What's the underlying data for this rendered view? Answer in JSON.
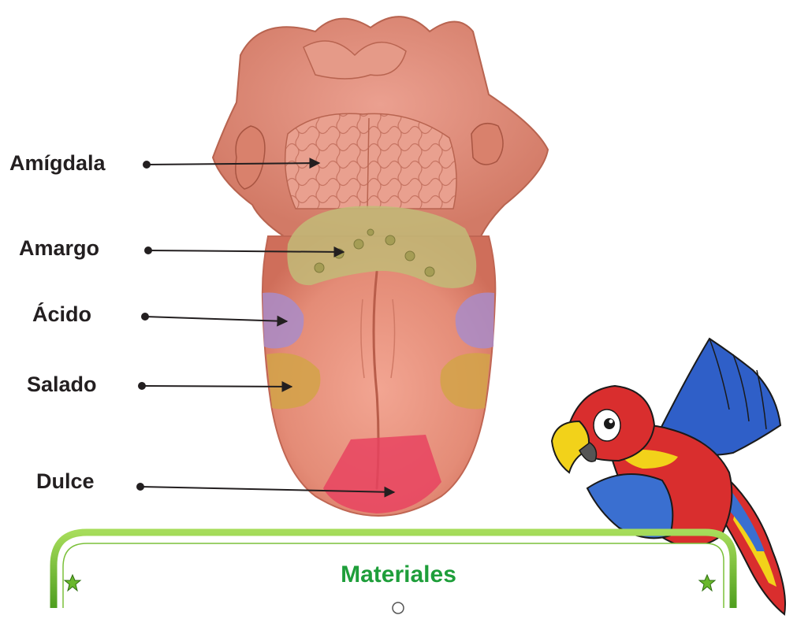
{
  "labels": {
    "amigdala": "Amígdala",
    "amargo": "Amargo",
    "acido": "Ácido",
    "salado": "Salado",
    "dulce": "Dulce"
  },
  "banner": {
    "title": "Materiales"
  },
  "colors": {
    "tongue": "#e89580",
    "amargo_zone": "#c2bb78",
    "acido_zone": "#a98cc9",
    "salado_zone": "#d2a348",
    "dulce_zone": "#e8415f",
    "banner_border": "#6ab82c",
    "banner_text": "#1e9e3a"
  },
  "icons": [
    "star-icon",
    "parrot-illustration"
  ]
}
